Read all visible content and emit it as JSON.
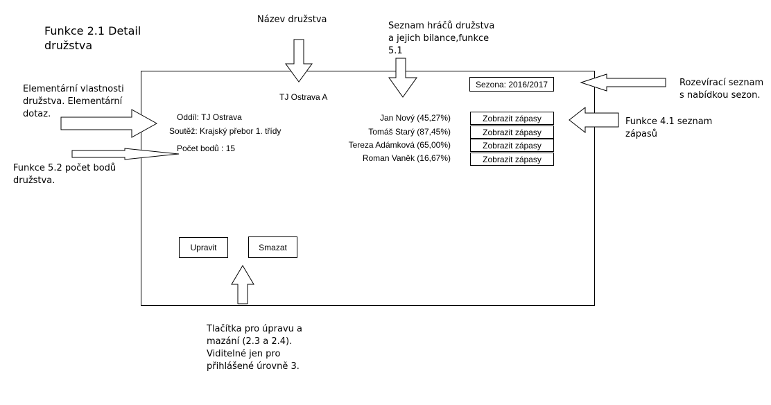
{
  "annotations": {
    "title": "Funkce 2.1 Detail\ndružstva",
    "team_name_note": "Název družstva",
    "players_note": "Seznam hráčů družstva\na jejich bilance,funkce\n5.1",
    "season_note": "Rozevírací seznam\ns nabídkou sezon.",
    "properties_note": "Elementární vlastnosti\ndružstva. Elementární\ndotaz.",
    "points_note": "Funkce 5.2 počet bodů\ndružstva.",
    "matches_note": "Funkce 4.1 seznam\nzápasů",
    "buttons_note": "Tlačítka pro úpravu a\nmazání (2.3 a 2.4).\nViditelné jen pro\npřihlášené úrovně 3."
  },
  "mockup": {
    "team_title": "TJ Ostrava A",
    "season_select": "Sezona: 2016/2017",
    "club": "Oddíl: TJ Ostrava",
    "competition": "Soutěž: Krajský přebor 1. třídy",
    "points": "Počet bodů : 15",
    "players": [
      {
        "label": "Jan Nový (45,27%)"
      },
      {
        "label": "Tomáš Starý (87,45%)"
      },
      {
        "label": "Tereza Adámková (65,00%)"
      },
      {
        "label": "Roman Vaněk (16,67%)"
      }
    ],
    "show_matches_buttons": [
      {
        "label": "Zobrazit zápasy"
      },
      {
        "label": "Zobrazit zápasy"
      },
      {
        "label": "Zobrazit zápasy"
      },
      {
        "label": "Zobrazit zápasy"
      }
    ],
    "edit_label": "Upravit",
    "delete_label": "Smazat"
  }
}
